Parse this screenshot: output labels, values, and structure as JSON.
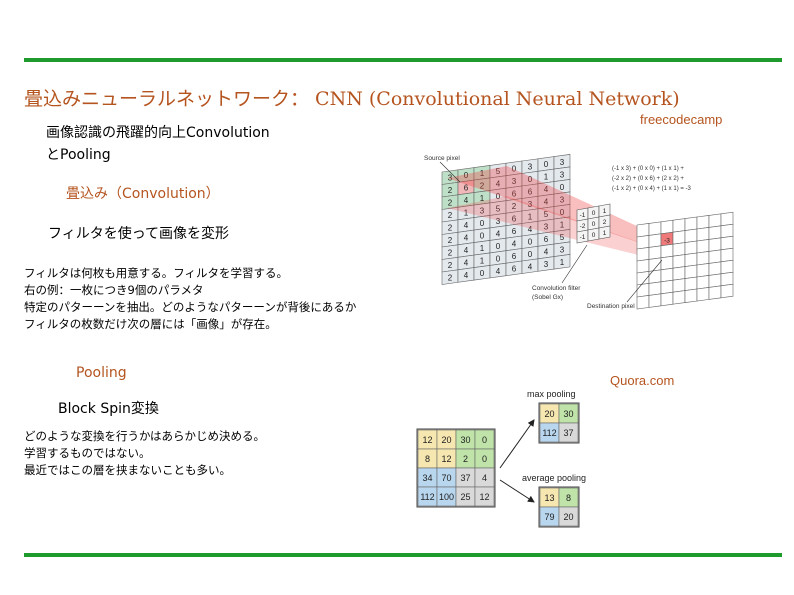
{
  "slide": {
    "title": "畳込みニューラルネットワーク： CNN (Convolutional Neural Network)",
    "intro": [
      "画像認識の飛躍的向上Convolution",
      "とPooling"
    ],
    "conv_heading": "畳込み（Convolution）",
    "conv_sub": "フィルタを使って画像を変形",
    "conv_body": [
      "フィルタは何枚も用意する。フィルタを学習する。",
      "右の例：一枚につき9個のパラメタ",
      "特定のパターーンを抽出。どのようなパターーンが背後にあるか",
      "フィルタの枚数だけ次の層には「画像」が存在。"
    ],
    "pool_heading": "Pooling",
    "pool_sub": "Block Spin変換",
    "pool_body": [
      "どのような変換を行うかはあらかじめ決める。",
      "学習するものではない。",
      "最近ではこの層を挟まないことも多い。"
    ],
    "credit_conv": "freecodecamp",
    "credit_pool": "Quora.com"
  },
  "conv_figure": {
    "source_label": "Source pixel",
    "filter_label": [
      "Convolution filter",
      "(Sobel Gx)"
    ],
    "dest_label": "Destination pixel",
    "equations": [
      "(-1 x 3) + (0 x 0) + (1 x 1) +",
      "(-2 x 2) + (0 x 6) + (2 x 2) +",
      "(-1 x 2) + (0 x 4) + (1 x 1) = -3"
    ],
    "source_grid": [
      [
        "3",
        "0",
        "1",
        "5",
        "0",
        "3",
        "0",
        "3"
      ],
      [
        "2",
        "6",
        "2",
        "4",
        "3",
        "0",
        "1",
        "3"
      ],
      [
        "2",
        "4",
        "1",
        "0",
        "6",
        "6",
        "4",
        "0"
      ],
      [
        "2",
        "1",
        "3",
        "5",
        "2",
        "3",
        "4",
        "3"
      ],
      [
        "2",
        "4",
        "0",
        "3",
        "6",
        "1",
        "5",
        "0"
      ],
      [
        "2",
        "4",
        "0",
        "4",
        "6",
        "4",
        "3",
        "1"
      ],
      [
        "2",
        "4",
        "1",
        "0",
        "4",
        "0",
        "6",
        "5"
      ],
      [
        "2",
        "4",
        "1",
        "0",
        "6",
        "0",
        "4",
        "3"
      ],
      [
        "2",
        "4",
        "0",
        "4",
        "6",
        "4",
        "3",
        "1"
      ]
    ],
    "kernel": [
      [
        "-1",
        "0",
        "1"
      ],
      [
        "-2",
        "0",
        "2"
      ],
      [
        "-1",
        "0",
        "1"
      ]
    ],
    "dest_value": "-3"
  },
  "pool_figure": {
    "max_label": "max pooling",
    "avg_label": "average pooling",
    "input": [
      [
        "12",
        "20",
        "30",
        "0"
      ],
      [
        "8",
        "12",
        "2",
        "0"
      ],
      [
        "34",
        "70",
        "37",
        "4"
      ],
      [
        "112",
        "100",
        "25",
        "12"
      ]
    ],
    "max_out": [
      [
        "20",
        "30"
      ],
      [
        "112",
        "37"
      ]
    ],
    "avg_out": [
      [
        "13",
        "8"
      ],
      [
        "79",
        "20"
      ]
    ]
  },
  "colors": {
    "rule": "#1f9b2d",
    "title": "#b5541f",
    "q1": "#f6e6b0",
    "q2": "#bfe3a8",
    "q3": "#b8d6ee",
    "q4": "#d9d9d9"
  }
}
